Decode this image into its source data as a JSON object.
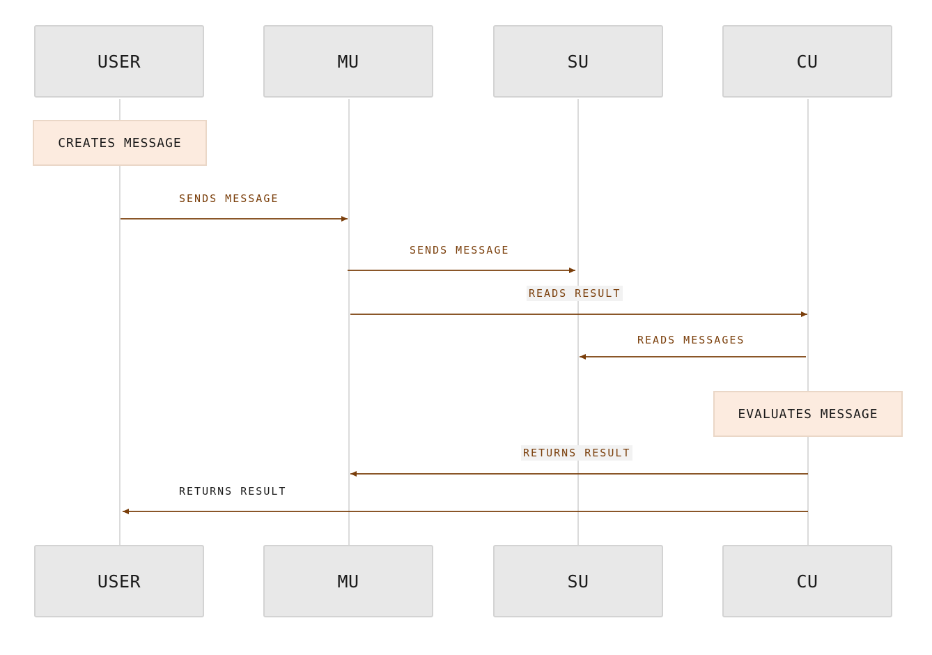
{
  "participants": {
    "user": "USER",
    "mu": "MU",
    "su": "SU",
    "cu": "CU"
  },
  "notes": {
    "creates": "CREATES MESSAGE",
    "evaluates": "EVALUATES MESSAGE"
  },
  "messages": [
    {
      "from": "user",
      "to": "mu",
      "label": "SENDS MESSAGE"
    },
    {
      "from": "mu",
      "to": "su",
      "label": "SENDS MESSAGE"
    },
    {
      "from": "mu",
      "to": "cu",
      "label": "READS RESULT"
    },
    {
      "from": "cu",
      "to": "su",
      "label": "READS MESSAGES"
    },
    {
      "from": "cu",
      "to": "mu",
      "label": "RETURNS RESULT"
    },
    {
      "from": "cu",
      "to": "user",
      "label": "RETURNS RESULT"
    }
  ],
  "colors": {
    "arrow": "#7a3e0a",
    "lifeline": "#cfcfcf",
    "actor_fill": "#e8e8e8",
    "note_fill": "#fcebdf"
  }
}
